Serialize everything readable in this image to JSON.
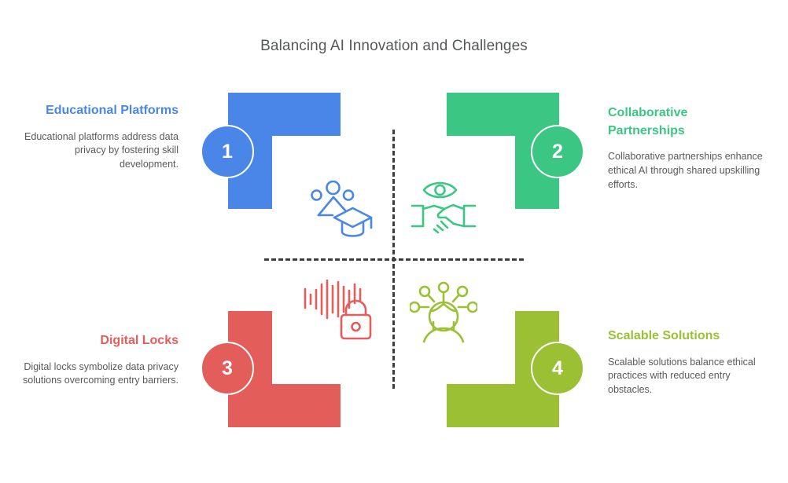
{
  "title": "Balancing AI Innovation and Challenges",
  "colors": {
    "blue": "#4a86e8",
    "green": "#3cc684",
    "red": "#e35d5b",
    "olive": "#9bc034",
    "title_text": "#555759",
    "body_text": "#58595b",
    "divider": "#3f3f3f",
    "background": "#ffffff"
  },
  "quadrants": [
    {
      "number": "1",
      "heading": "Educational Platforms",
      "body": "Educational platforms address data privacy by fostering skill development.",
      "color": "#4a86e8",
      "icon": "graduation-cap-network-icon",
      "position": "top-left",
      "align": "right"
    },
    {
      "number": "2",
      "heading": "Collaborative Partnerships",
      "body": "Collaborative partnerships enhance ethical AI through shared upskilling efforts.",
      "color": "#3cc684",
      "icon": "eye-handshake-icon",
      "position": "top-right",
      "align": "left"
    },
    {
      "number": "3",
      "heading": "Digital Locks",
      "body": "Digital locks symbolize data privacy solutions overcoming entry barriers.",
      "color": "#e35d5b",
      "icon": "soundwave-padlock-icon",
      "position": "bottom-left",
      "align": "right"
    },
    {
      "number": "4",
      "heading": "Scalable Solutions",
      "body": "Scalable solutions balance ethical practices with reduced entry obstacles.",
      "color": "#9bc034",
      "icon": "person-network-nodes-icon",
      "position": "bottom-right",
      "align": "left"
    }
  ]
}
